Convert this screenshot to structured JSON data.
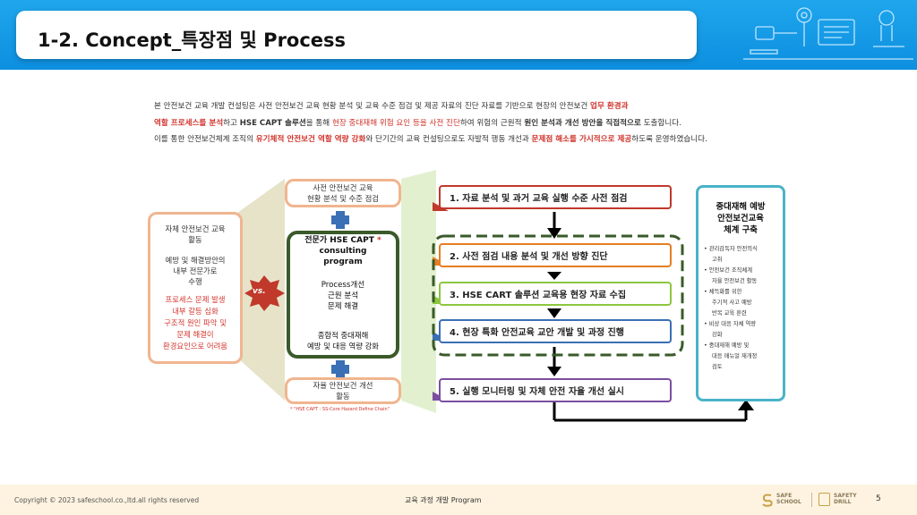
{
  "header": {
    "title": "1-2. Concept_특장점 및 Process"
  },
  "intro": {
    "l1a": "본 안전보건 교육 개발 컨설팅은 사전 안전보건 교육 현황 분석 및 교육 수준 점검 및 제공 자료의 진단 자료를 기반으로 현장의 안전보건 ",
    "l1b": "업무 환경과",
    "l2a": "역할 프로세스를 분석",
    "l2b": "하고 ",
    "l2c": "HSE CAPT 솔루션",
    "l2d": "을 통해 ",
    "l2e": "현장 중대재해 위험 요인 등을 사전 진단",
    "l2f": "하여 위험의 근원적 ",
    "l2g": "원인 분석과 개선 방안을 직접적으로",
    "l2h": " 도출합니다.",
    "l3a": "이를 통한 안전보건체계 조직의 ",
    "l3b": "유기체적 안전보건 역할 역량 강화",
    "l3c": "와 단기간의 교육 컨설팅으로도 자발적 행동 개선과 ",
    "l3d": "문제점 해소를 가시적으로 제공",
    "l3e": "하도록 운영하였습니다."
  },
  "left_box": {
    "title1": "자체 안전보건 교육",
    "title2": "활동",
    "sub1": "예방 및 해결방안의",
    "sub2": "내부 전문가로",
    "sub3": "수행",
    "red1": "프로세스 문제 발생",
    "red2": "내부 갈등 심화",
    "red3": "구조적 원인 파악 및",
    "red4": "문제 해결이",
    "red5": "환경요인으로 어려움"
  },
  "vs": "vs.",
  "top_box": {
    "l1": "사전 안전보건 교육",
    "l2": "현황 분석 및 수준 점검"
  },
  "center_box": {
    "l1": "전문가 HSE CAPT",
    "star": "*",
    "l2": "consulting",
    "l3": "program",
    "p1": "Process개선",
    "p2": "근원 분석",
    "p3": "문제 해결",
    "r1": "종합적 중대재해",
    "r2": "예방 및 대응 역량 강화"
  },
  "bottom_box": {
    "l1": "자율 안전보건 개선",
    "l2": "활동"
  },
  "footnote": "* \"HSE CAPT : SS-Core Hazard Define Chain\"",
  "steps": [
    {
      "label": "1. 자료 분석 및 과거 교육 실행 수준 사전 점검",
      "color": "#c0392b"
    },
    {
      "label": "2.  사전 점검 내용 분석 및 개선 방향 진단",
      "color": "#e67e22"
    },
    {
      "label": "3. HSE CART 솔루션 교육용 현장 자료 수집",
      "color": "#8cc63f"
    },
    {
      "label": "4. 현장 특화 안전교육 교안 개발 및 과정 진행",
      "color": "#3b6fb6"
    },
    {
      "label": "5. 실행 모니터링 및 자체 안전 자율 개선 실시",
      "color": "#7b4fa0"
    }
  ],
  "right_box": {
    "t1": "중대재해 예방",
    "t2": "안전보건교육",
    "t3": "체계 구축",
    "b1a": "관리감독자 안전의식",
    "b1b": "고취",
    "b2a": "안전보건 조직체계",
    "b2b": "자율 안전보건 활동",
    "b3a": "체득화를 위한",
    "b3b": "주기적 사고 예방",
    "b3c": "반복 교육 훈련",
    "b4a": "비상 대응 자체 역량",
    "b4b": "강화",
    "b5a": "중대재해 예방 및",
    "b5b": "대응 매뉴얼 재개정",
    "b5c": "검토"
  },
  "footer": {
    "copyright": "Copyright © 2023 safeschool.co.,ltd.all rights reserved",
    "center": "교육 과정 개발 Program",
    "logo1a": "SAFE",
    "logo1b": "SCHOOL",
    "logo2a": "SAFETY",
    "logo2b": "DRILL",
    "page": "5"
  },
  "colors": {
    "header": "#0d8fe0",
    "orange_border": "#f0b58f",
    "dark_green": "#3a5a2a",
    "teal": "#4ab3c8",
    "red_text": "#d1342c"
  }
}
